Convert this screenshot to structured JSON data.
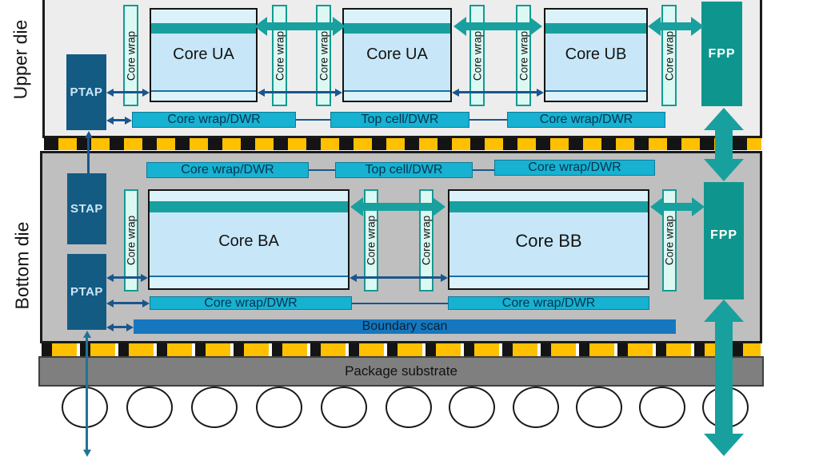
{
  "colors": {
    "teal_accent": "#18A09E",
    "fpp_teal": "#0E968E",
    "cyan_bar": "#17B1D1",
    "boundary_scan_blue": "#1578BE",
    "tap_navy": "#135B83",
    "core_fill": "#C7E7F8",
    "wrap_fill": "#DCF8F2",
    "bump_yellow": "#FFC000",
    "upper_die_fill": "#EDEDED",
    "bottom_die_fill": "#BFBFBF",
    "substrate_gray": "#7F7F7F",
    "signal_navy": "#1A568C"
  },
  "upper_die": {
    "label": "Upper die",
    "tap_label": "PTAP",
    "fpp_label": "FPP",
    "wrap_label": "Core wrap",
    "cores": [
      {
        "label": "Core UA"
      },
      {
        "label": "Core UA"
      },
      {
        "label": "Core UB"
      }
    ],
    "bars": [
      {
        "label": "Core wrap/DWR"
      },
      {
        "label": "Top cell/DWR"
      },
      {
        "label": "Core wrap/DWR"
      }
    ]
  },
  "bottom_die": {
    "label": "Bottom die",
    "stap_label": "STAP",
    "ptap_label": "PTAP",
    "fpp_label": "FPP",
    "wrap_label": "Core wrap",
    "cores": [
      {
        "label": "Core BA"
      },
      {
        "label": "Core BB"
      }
    ],
    "top_bars": [
      {
        "label": "Core wrap/DWR"
      },
      {
        "label": "Top cell/DWR"
      },
      {
        "label": "Core wrap/DWR"
      }
    ],
    "lower_bars": [
      {
        "label": "Core wrap/DWR"
      },
      {
        "label": "Core wrap/DWR"
      }
    ],
    "boundary_scan_label": "Boundary scan"
  },
  "package": {
    "substrate_label": "Package substrate"
  }
}
